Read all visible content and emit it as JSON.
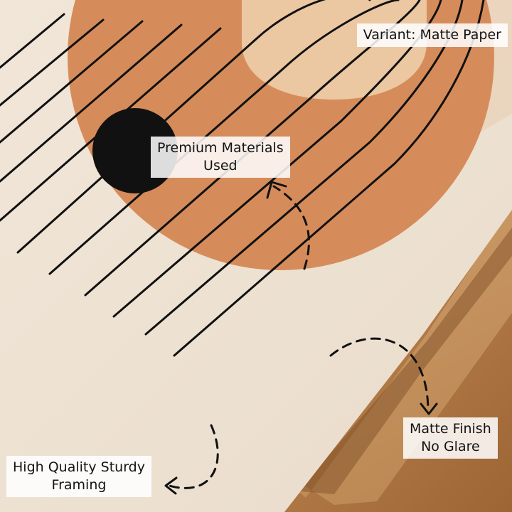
{
  "labels": {
    "variant": "Variant: Matte Paper",
    "premium": {
      "line1": "Premium Materials",
      "line2": "Used"
    },
    "matte": {
      "line1": "Matte Finish",
      "line2": "No Glare"
    },
    "framing": {
      "line1": "High Quality Sturdy",
      "line2": "Framing"
    }
  },
  "colors": {
    "paper": "#efe3d4",
    "terracotta": "#d68c5a",
    "sand": "#e9c3a0",
    "frame_wood": "#c99564",
    "floor_wood": "#b27a45",
    "black": "#111111"
  }
}
